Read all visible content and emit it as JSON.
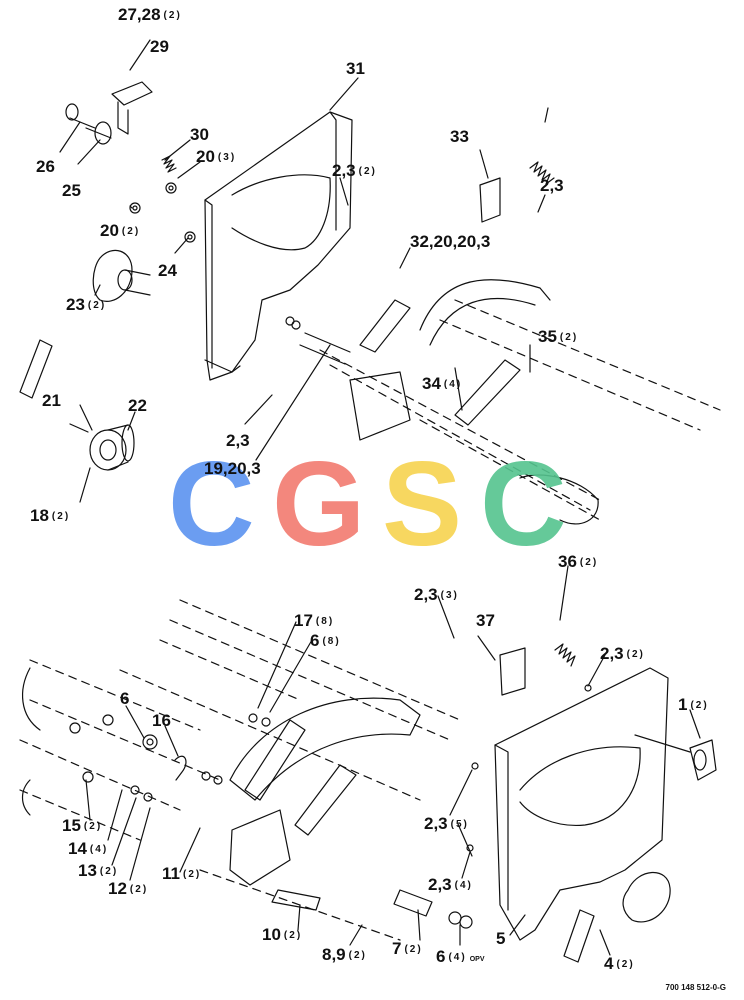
{
  "drawing_number": "700 148 512-0-G",
  "watermark": {
    "letters": [
      "C",
      "G",
      "S",
      "C"
    ],
    "colors": [
      "#5b93f0",
      "#f27b70",
      "#f7d34f",
      "#55c48f"
    ]
  },
  "callouts": [
    {
      "id": "c-27-28",
      "text": "27,28",
      "qty": "(2)"
    },
    {
      "id": "c-29",
      "text": "29",
      "qty": ""
    },
    {
      "id": "c-31",
      "text": "31",
      "qty": ""
    },
    {
      "id": "c-26",
      "text": "26",
      "qty": ""
    },
    {
      "id": "c-25",
      "text": "25",
      "qty": ""
    },
    {
      "id": "c-30",
      "text": "30",
      "qty": ""
    },
    {
      "id": "c-20a",
      "text": "20",
      "qty": "(3)"
    },
    {
      "id": "c-33",
      "text": "33",
      "qty": ""
    },
    {
      "id": "c-2-3a",
      "text": "2,3",
      "qty": "(2)"
    },
    {
      "id": "c-2-3b",
      "text": "2,3",
      "qty": ""
    },
    {
      "id": "c-20b",
      "text": "20",
      "qty": "(2)"
    },
    {
      "id": "c-24",
      "text": "24",
      "qty": ""
    },
    {
      "id": "c-32",
      "text": "32,20,20,3",
      "qty": ""
    },
    {
      "id": "c-23",
      "text": "23",
      "qty": "(2)"
    },
    {
      "id": "c-35",
      "text": "35",
      "qty": "(2)"
    },
    {
      "id": "c-34",
      "text": "34",
      "qty": "(4)"
    },
    {
      "id": "c-21",
      "text": "21",
      "qty": ""
    },
    {
      "id": "c-22",
      "text": "22",
      "qty": ""
    },
    {
      "id": "c-2-3c",
      "text": "2,3",
      "qty": ""
    },
    {
      "id": "c-19",
      "text": "19,20,3",
      "qty": ""
    },
    {
      "id": "c-18",
      "text": "18",
      "qty": "(2)"
    },
    {
      "id": "c-36",
      "text": "36",
      "qty": "(2)"
    },
    {
      "id": "c-2-3d",
      "text": "2,3",
      "qty": "(3)"
    },
    {
      "id": "c-17",
      "text": "17",
      "qty": "(8)"
    },
    {
      "id": "c-6a",
      "text": "6",
      "qty": "(8)"
    },
    {
      "id": "c-37",
      "text": "37",
      "qty": ""
    },
    {
      "id": "c-2-3e",
      "text": "2,3",
      "qty": "(2)"
    },
    {
      "id": "c-1",
      "text": "1",
      "qty": "(2)"
    },
    {
      "id": "c-6b",
      "text": "6",
      "qty": ""
    },
    {
      "id": "c-16",
      "text": "16",
      "qty": ""
    },
    {
      "id": "c-15",
      "text": "15",
      "qty": "(2)"
    },
    {
      "id": "c-14",
      "text": "14",
      "qty": "(4)"
    },
    {
      "id": "c-13",
      "text": "13",
      "qty": "(2)"
    },
    {
      "id": "c-12",
      "text": "12",
      "qty": "(2)"
    },
    {
      "id": "c-11",
      "text": "11",
      "qty": "(2)"
    },
    {
      "id": "c-2-3f",
      "text": "2,3",
      "qty": "(5)"
    },
    {
      "id": "c-2-3g",
      "text": "2,3",
      "qty": "(4)"
    },
    {
      "id": "c-10",
      "text": "10",
      "qty": "(2)"
    },
    {
      "id": "c-8-9",
      "text": "8,9",
      "qty": "(2)"
    },
    {
      "id": "c-7",
      "text": "7",
      "qty": "(2)"
    },
    {
      "id": "c-6c",
      "text": "6",
      "qty": "(4)",
      "note": "OPV"
    },
    {
      "id": "c-5",
      "text": "5",
      "qty": ""
    },
    {
      "id": "c-4",
      "text": "4",
      "qty": "(2)"
    }
  ]
}
